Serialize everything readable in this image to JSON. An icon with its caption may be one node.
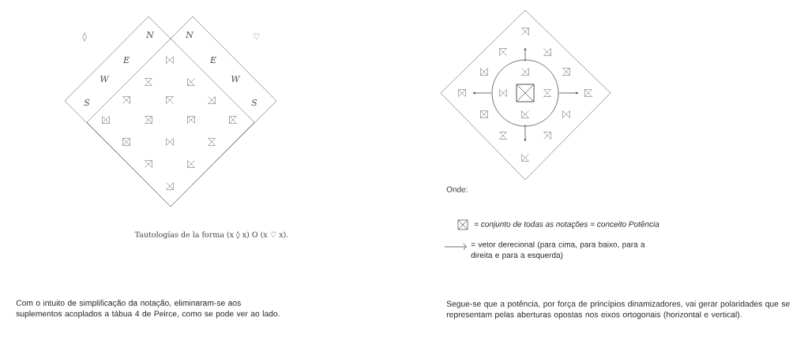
{
  "diagram": {
    "caption": "Tautologías de la forma (x ◊ x) O (x ♡ x).",
    "labels": [
      "◊",
      "N",
      "N",
      "♡",
      "E",
      "E",
      "W",
      "W",
      "S",
      "S",
      "Onde:",
      "Com o intuito de simplificação da notação, eliminaram-se aos suplementos acoplados a tábua 4 de Peirce, como se pode ver ao lado.",
      "Segue-se que a potência, por força de princípios dinamizadores, vai gerar polaridades que se representam pelas aberturas opostas nos eixos ortogonais (horizontal e vertical)."
    ],
    "legend": [
      {
        "text": "= conjunto de todas as notações = conceito Potência"
      },
      {
        "text": "= vetor derecional (para cima, para baixo, para a direita e para a esquerda)"
      }
    ]
  }
}
